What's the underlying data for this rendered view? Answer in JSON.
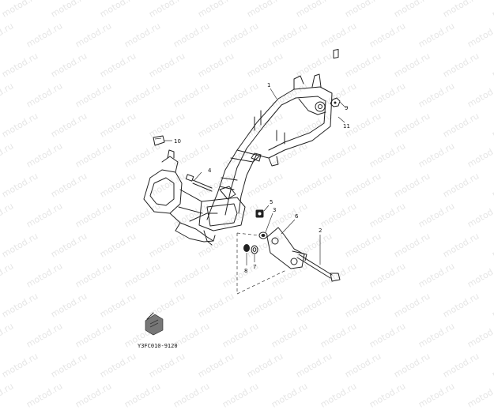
{
  "watermark": "motod.ru",
  "callouts": {
    "c1": "1",
    "c2": "2",
    "c3": "3",
    "c4": "4",
    "c5": "5",
    "c6": "6",
    "c7": "7",
    "c8": "8",
    "c9": "9",
    "c10": "10",
    "c11": "11"
  },
  "diagram_code": "Y3FC010-9120",
  "colors": {
    "ink": "#222222",
    "watermark": "#e6e6e6",
    "background": "#ffffff"
  }
}
